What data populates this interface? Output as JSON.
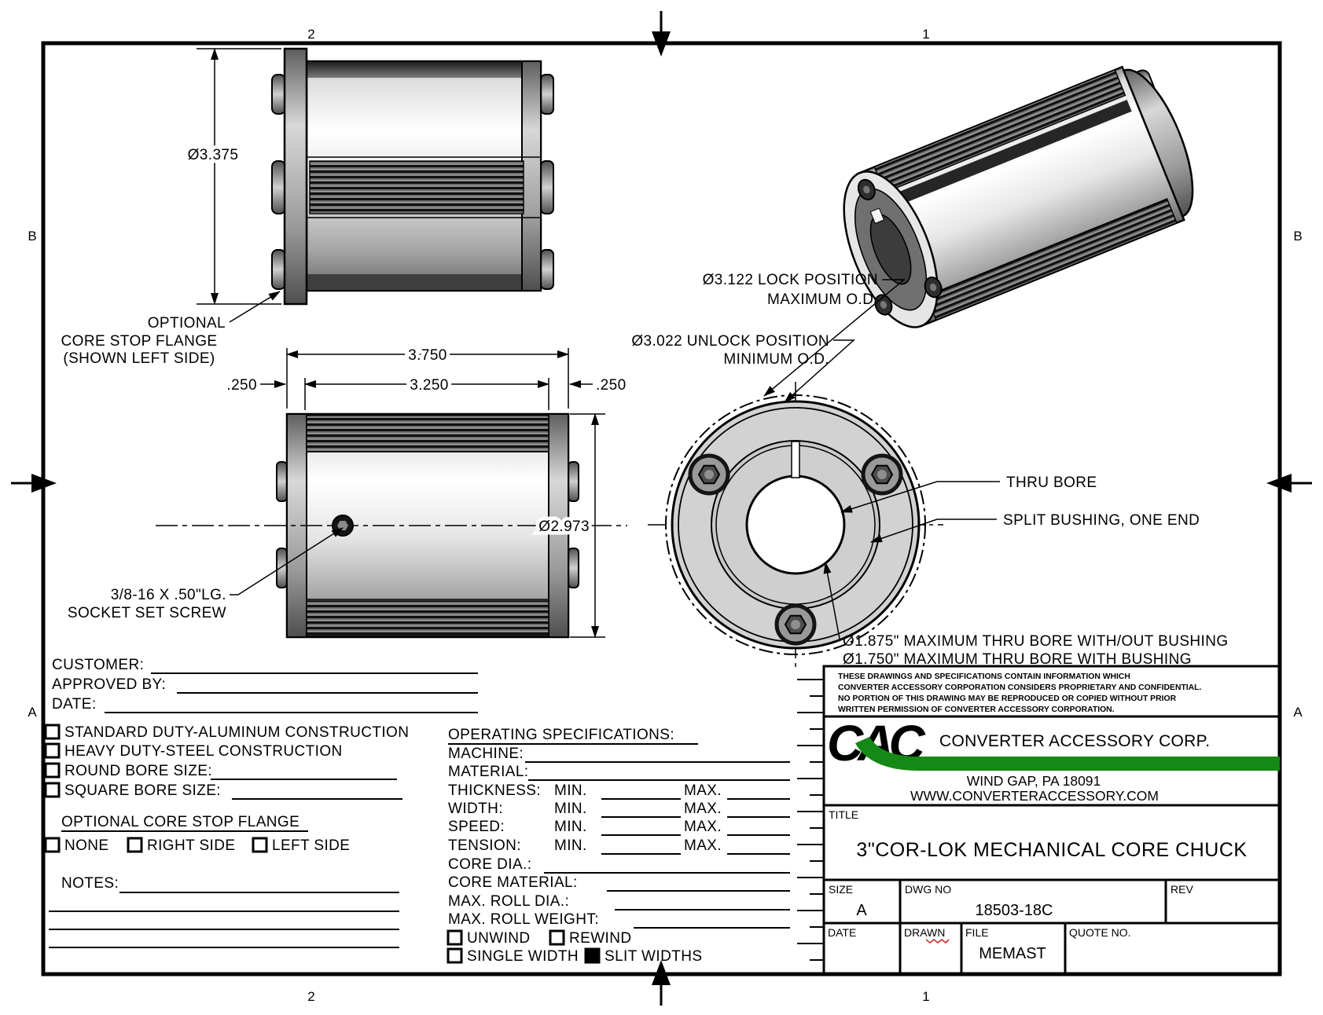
{
  "zones": {
    "top_left": "2",
    "top_right": "1",
    "bottom_left": "2",
    "bottom_right": "1",
    "upper_left": "B",
    "upper_right": "B",
    "lower_left": "A",
    "lower_right": "A"
  },
  "dims": {
    "flange_dia": "Ø3.375",
    "overall_len": "3.750",
    "body_len": "3.250",
    "offset_left": ".250",
    "offset_right": ".250",
    "body_dia": "Ø2.973"
  },
  "callouts": {
    "flange_1": "OPTIONAL",
    "flange_2": "CORE STOP FLANGE",
    "flange_3": "(SHOWN LEFT SIDE)",
    "screw_1": "3/8-16 X .50\"LG.",
    "screw_2": "SOCKET SET SCREW",
    "lock_1": "Ø3.122 LOCK POSITION",
    "lock_2": "MAXIMUM O.D.",
    "unlock_1": "Ø3.022 UNLOCK POSITION",
    "unlock_2": "MINIMUM O.D.",
    "thru_bore": "THRU BORE",
    "split_bushing": "SPLIT BUSHING, ONE END",
    "max_bore_1": "Ø1.875\" MAXIMUM THRU BORE WITH/OUT BUSHING",
    "max_bore_2": "Ø1.750\" MAXIMUM THRU BORE WITH BUSHING"
  },
  "form": {
    "customer": "CUSTOMER:",
    "approved_by": "APPROVED BY:",
    "date": "DATE:",
    "construction": [
      {
        "label": "STANDARD DUTY-ALUMINUM CONSTRUCTION",
        "checked": false
      },
      {
        "label": "HEAVY DUTY-STEEL CONSTRUCTION",
        "checked": false
      },
      {
        "label": "ROUND BORE SIZE:",
        "checked": false
      },
      {
        "label": "SQUARE BORE SIZE:",
        "checked": false
      }
    ],
    "flange_header": "OPTIONAL CORE STOP FLANGE",
    "flange_options": [
      {
        "label": "NONE",
        "checked": false
      },
      {
        "label": "RIGHT SIDE",
        "checked": false
      },
      {
        "label": "LEFT SIDE",
        "checked": false
      }
    ],
    "notes_label": "NOTES:"
  },
  "specs": {
    "header": "OPERATING SPECIFICATIONS:",
    "machine": "MACHINE:",
    "material": "MATERIAL:",
    "thickness": "THICKNESS:",
    "width": "WIDTH:",
    "speed": "SPEED:",
    "tension": "TENSION:",
    "min": "MIN.",
    "max": "MAX.",
    "core_dia": "CORE DIA.:",
    "core_material": "CORE MATERIAL:",
    "max_roll_dia": "MAX. ROLL DIA.:",
    "max_roll_weight": "MAX. ROLL WEIGHT:",
    "unwind": {
      "label": "UNWIND",
      "checked": false
    },
    "rewind": {
      "label": "REWIND",
      "checked": false
    },
    "single_width": {
      "label": "SINGLE WIDTH",
      "checked": false
    },
    "slit_widths": {
      "label": "SLIT WIDTHS",
      "checked": true
    }
  },
  "title_block": {
    "notice_lines": [
      "THESE DRAWINGS AND SPECIFICATIONS CONTAIN INFORMATION WHICH",
      "CONVERTER ACCESSORY CORPORATION CONSIDERS PROPRIETARY AND CONFIDENTIAL.",
      "NO PORTION OF THIS DRAWING MAY BE REPRODUCED OR COPIED WITHOUT PRIOR",
      "WRITTEN PERMISSION OF CONVERTER ACCESSORY CORPORATION."
    ],
    "logo": "CAC",
    "company": "CONVERTER ACCESSORY CORP.",
    "address": "WIND GAP, PA 18091",
    "website": "WWW.CONVERTERACCESSORY.COM",
    "title_label": "TITLE",
    "title": "3\"COR-LOK MECHANICAL CORE CHUCK",
    "size_label": "SIZE",
    "size": "A",
    "dwg_label": "DWG NO",
    "dwg_no": "18503-18C",
    "rev_label": "REV",
    "date_label": "DATE",
    "drawn_label": "DRAWN",
    "file_label": "FILE",
    "file": "MEMAST",
    "quote_label": "QUOTE NO."
  },
  "colors": {
    "logo_green": "#158815",
    "squiggle_red": "#cc2b2b"
  }
}
